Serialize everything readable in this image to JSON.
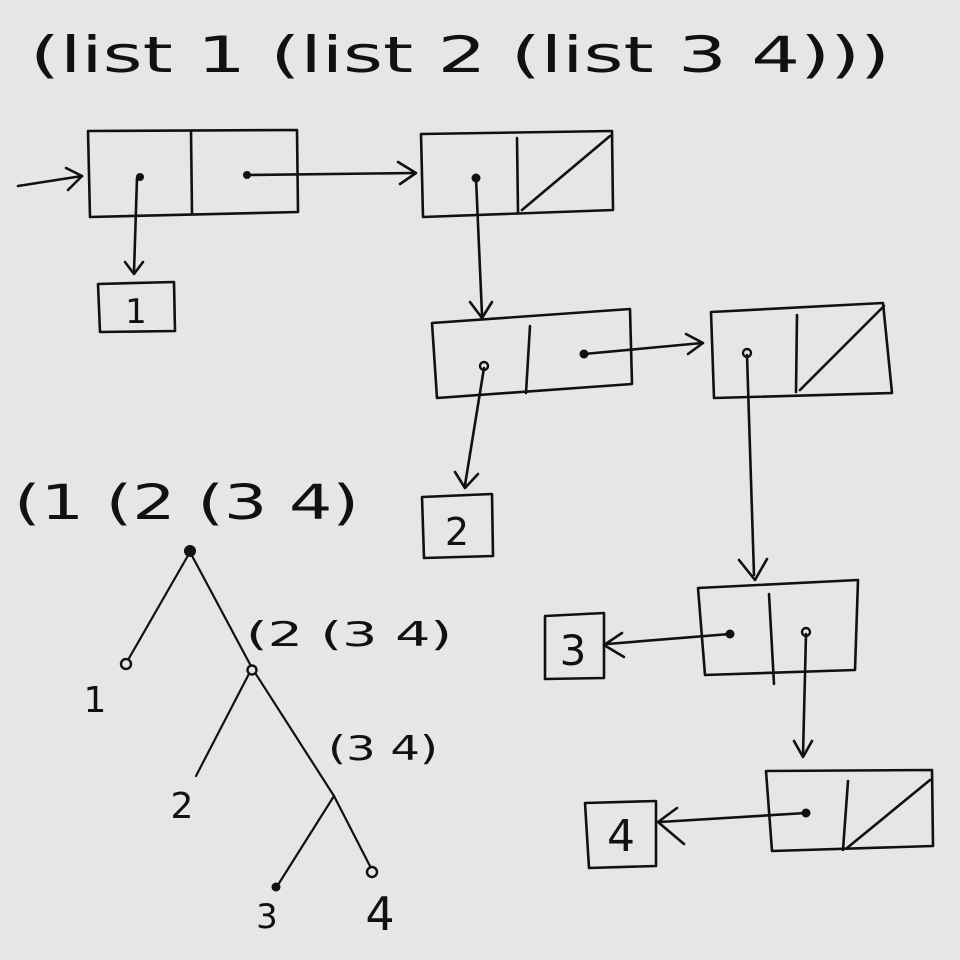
{
  "heading": "(list 1 (list 2 (list 3 4)))",
  "printed_form": "(1 (2 (3 4)",
  "box_labels": {
    "one": "1",
    "two": "2",
    "three": "3",
    "four": "4"
  },
  "tree": {
    "sub1_label": "(2 (3 4)",
    "sub2_label": "(3 4)",
    "leaf1": "1",
    "leaf2": "2",
    "leaf3": "3",
    "leaf4": "4"
  }
}
